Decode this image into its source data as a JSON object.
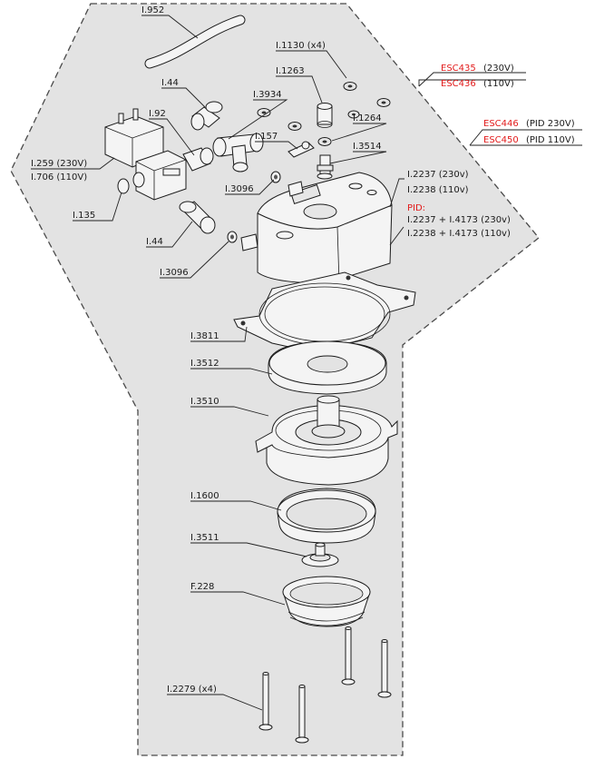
{
  "title": "",
  "colors": {
    "region_fill": "#e3e3e3",
    "outline": "#4a4a4a",
    "accent_red": "#e21b1b"
  },
  "labels": {
    "l952": "I.952",
    "l1130": "I.1130 (x4)",
    "l1263": "I.1263",
    "l44a": "I.44",
    "l3934": "I.3934",
    "l92": "I.92",
    "l1264": "I.1264",
    "l157": "I.157",
    "l3514": "I.3514",
    "l259": "I.259 (230V)",
    "l706": "I.706 (110V)",
    "l2237": "I.2237 (230v)",
    "l2238": "I.2238 (110v)",
    "l3096a": "I.3096",
    "l135": "I.135",
    "l44b": "I.44",
    "l3096b": "I.3096",
    "l3811": "I.3811",
    "l3512": "I.3512",
    "l3510": "I.3510",
    "l1600": "I.1600",
    "l3511": "I.3511",
    "f228": "F.228",
    "l2279": "I.2279 (x4)"
  },
  "models": {
    "esc435": "ESC435",
    "esc435_v": "(230V)",
    "esc436": "ESC436",
    "esc436_v": "(110V)",
    "esc446": "ESC446",
    "esc446_v": "(PID 230V)",
    "esc450": "ESC450",
    "esc450_v": "(PID 110V)"
  },
  "pid": {
    "heading": "PID:",
    "line1": "I.2237 + I.4173 (230v)",
    "line2": "I.2238 + I.4173 (110v)"
  }
}
